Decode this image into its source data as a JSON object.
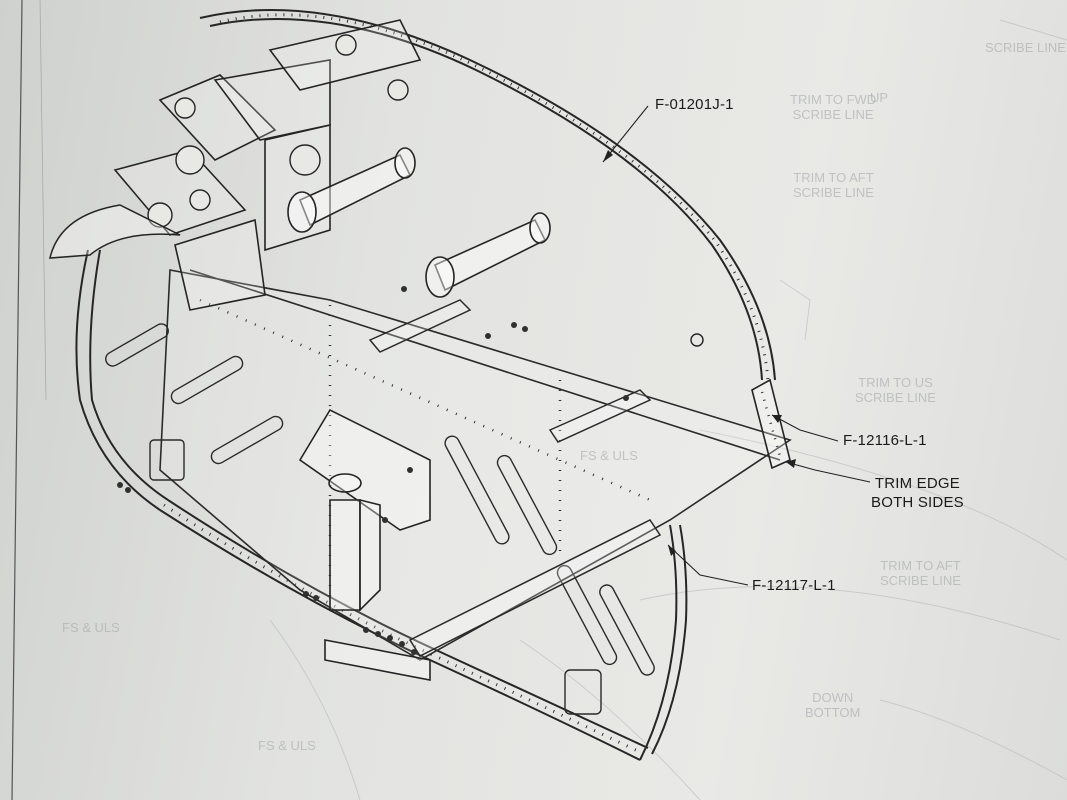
{
  "callouts": {
    "skin_part": "F-01201J-1",
    "angle_upper": "F-12116-L-1",
    "trim_note_line1": "TRIM EDGE",
    "trim_note_line2": "BOTH SIDES",
    "angle_lower": "F-12117-L-1"
  },
  "bleed_through_notes": {
    "trim_fwd_line1": "TRIM TO FWD",
    "trim_fwd_line2": "SCRIBE LINE",
    "trim_aft_line1": "TRIM TO AFT",
    "trim_aft_line2": "SCRIBE LINE",
    "trim_to_us_line1": "TRIM TO US",
    "trim_to_us_line2": "SCRIBE LINE",
    "up_label": "UP",
    "down_line1": "DOWN",
    "down_line2": "BOTTOM",
    "fs_uls_1": "FS & ULS",
    "fs_uls_2": "FS & ULS",
    "fs_uls_3": "FS & ULS",
    "scribe_edge": "SCRIBE LINE"
  },
  "colors": {
    "paper": "#e4e5e2",
    "ink": "#2a2a2a",
    "bleed": "#a3a7aa"
  }
}
